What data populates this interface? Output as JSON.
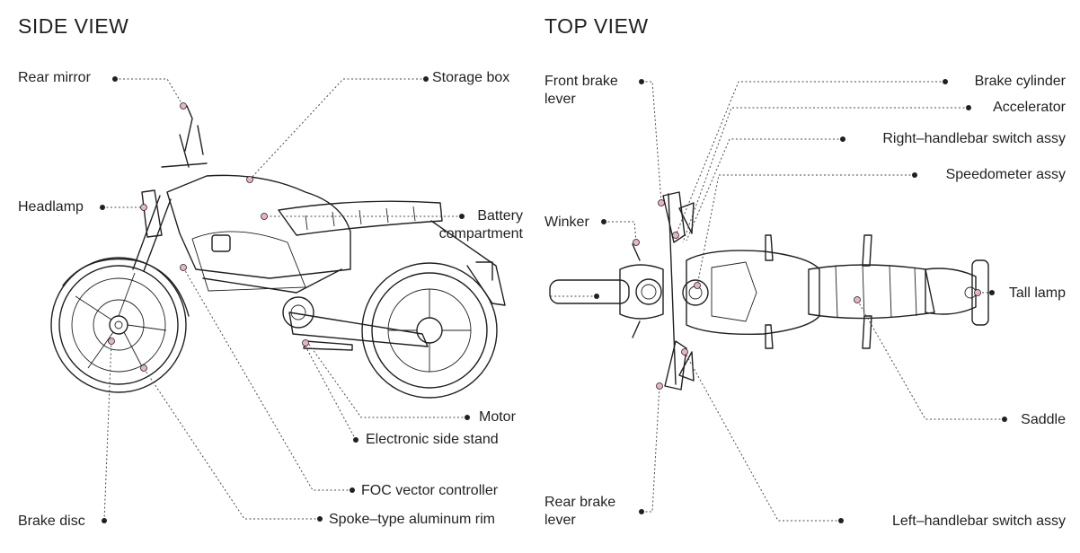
{
  "headings": {
    "side": "SIDE VIEW",
    "top": "TOP VIEW"
  },
  "side_labels": {
    "rear_mirror": "Rear mirror",
    "headlamp": "Headlamp",
    "brake_disc": "Brake disc",
    "storage_box": "Storage box",
    "battery_line1": "Battery",
    "battery_line2": "compartment",
    "motor": "Motor",
    "side_stand": "Electronic side stand",
    "foc_controller": "FOC vector controller",
    "spoke_rim": "Spoke–type aluminum rim"
  },
  "top_labels": {
    "front_brake_line1": "Front brake",
    "front_brake_line2": "lever",
    "winker": "Winker",
    "rear_brake_line1": "Rear brake",
    "rear_brake_line2": "lever",
    "brake_cylinder": "Brake cylinder",
    "accelerator": "Accelerator",
    "right_switch": "Right–handlebar switch assy",
    "speedometer": "Speedometer assy",
    "tail_lamp": "Tall lamp",
    "saddle": "Saddle",
    "left_switch": "Left–handlebar switch assy"
  },
  "colors": {
    "ink": "#231f20",
    "callout_dot": "#231f20",
    "part_marker": "#e8b4c0"
  }
}
